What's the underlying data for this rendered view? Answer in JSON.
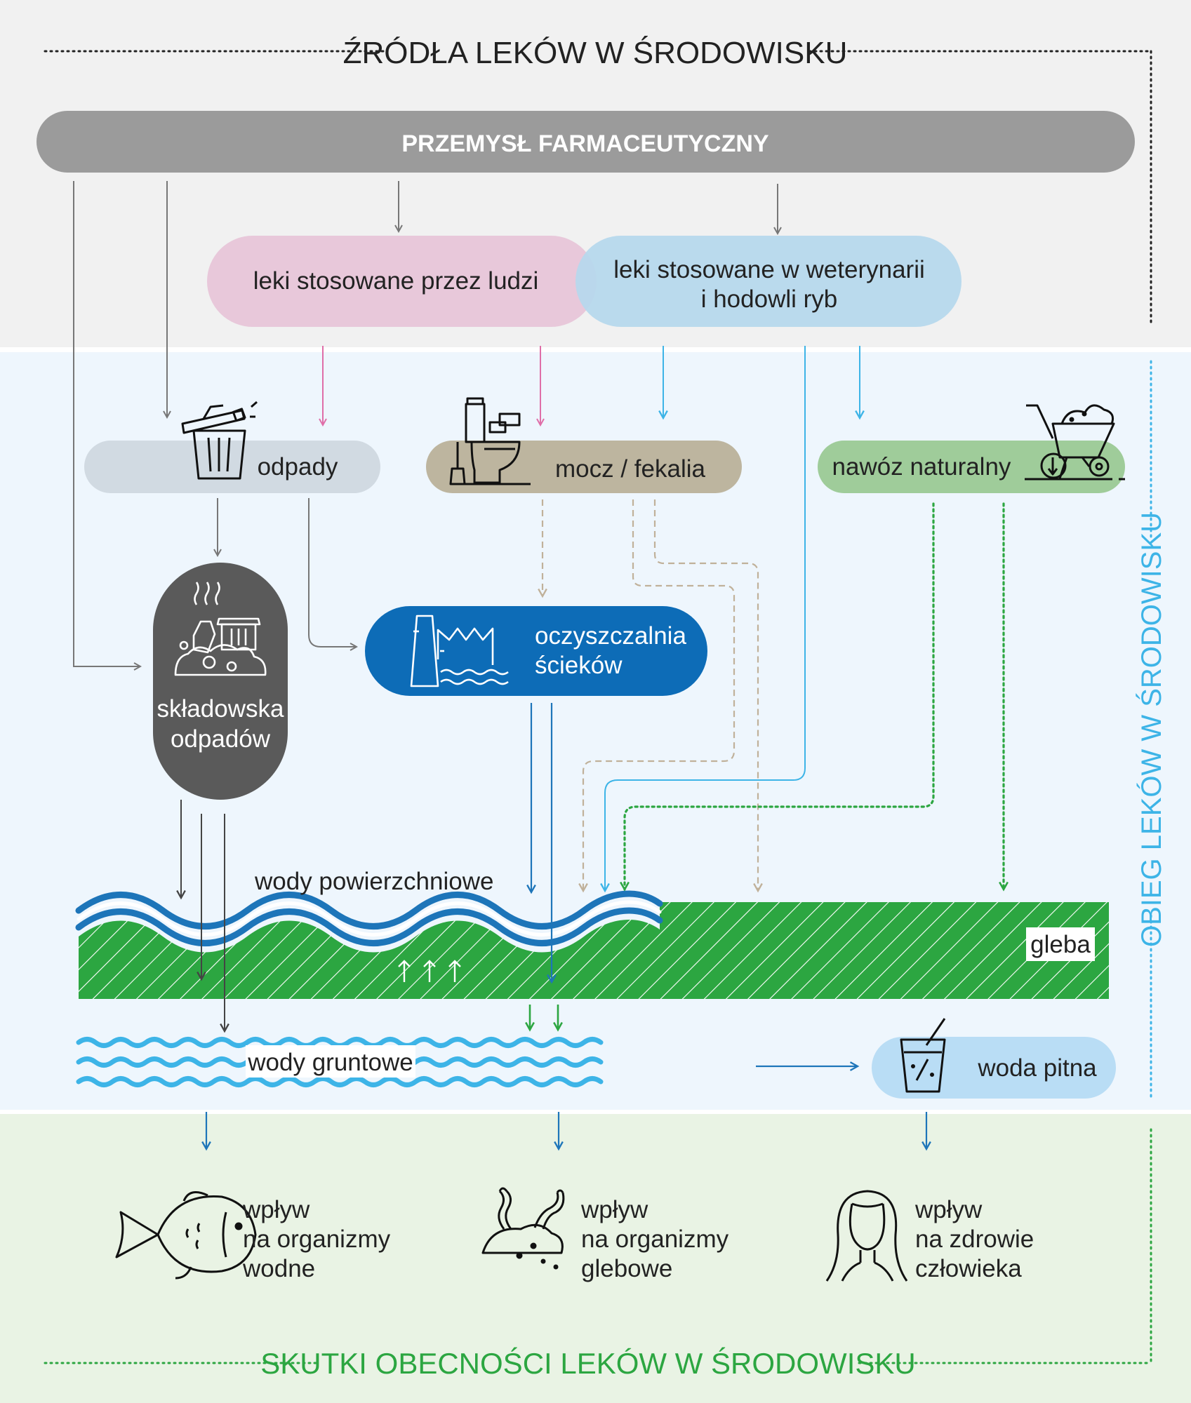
{
  "sections": {
    "sources_title": "ŹRÓDŁA LEKÓW W ŚRODOWISKU",
    "cycle_title": "OBIEG LEKÓW W ŚRODOWISKU",
    "effects_title": "SKUTKI OBECNOŚCI LEKÓW W ŚRODOWISKU"
  },
  "nodes": {
    "pharma": "PRZEMYSŁ FARMACEUTYCZNY",
    "human_drugs": "leki stosowane przez ludzi",
    "vet_drugs_line1": "leki stosowane w weterynarii",
    "vet_drugs_line2": "i hodowli ryb",
    "waste": "odpady",
    "urine": "mocz / fekalia",
    "manure": "nawóz naturalny",
    "landfill_line1": "składowska",
    "landfill_line2": "odpadów",
    "wwtp_line1": "oczyszczalnia",
    "wwtp_line2": "ścieków",
    "surface_water": "wody powierzchniowe",
    "soil": "gleba",
    "groundwater": "wody gruntowe",
    "drinking_water": "woda pitna"
  },
  "effects": [
    {
      "line1": "wpływ",
      "line2": "na organizmy",
      "line3": "wodne",
      "icon": "fish-icon"
    },
    {
      "line1": "wpływ",
      "line2": "na organizmy",
      "line3": "glebowe",
      "icon": "worms-soil-icon"
    },
    {
      "line1": "wpływ",
      "line2": "na zdrowie",
      "line3": "człowieka",
      "icon": "woman-face-icon"
    }
  ],
  "colors": {
    "top_bg": "#f1f1f1",
    "middle_bg": "#eef6fd",
    "bottom_bg": "#e9f3e4",
    "grey_pill": "#9b9b9b",
    "pink_pill": "#e8c8da",
    "blue_pill": "#b6d8ed",
    "waste_pill": "#d1dae2",
    "urine_pill": "#bdb59f",
    "manure_pill": "#9fcc9a",
    "landfill": "#5a5a5a",
    "wwtp": "#0d6cb7",
    "soil_green": "#2ca641",
    "water_blue": "#1d75b9",
    "groundwater": "#3db4e7",
    "drinking": "#b9ddf5",
    "effects_green": "#2ca641",
    "cycle_blue": "#3db4e7"
  }
}
